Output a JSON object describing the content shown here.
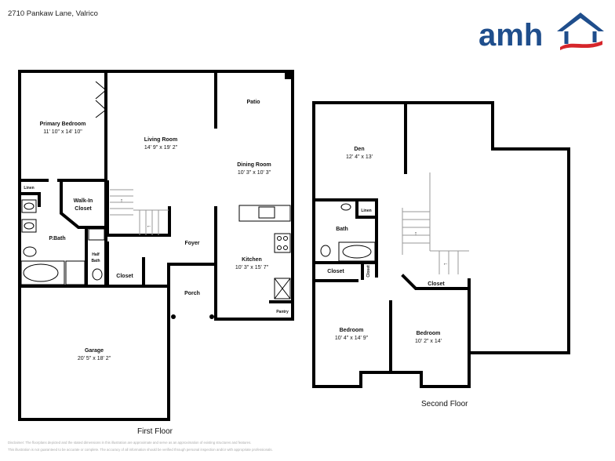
{
  "address": "2710 Pankaw Lane, Valrico",
  "logo": {
    "text": "amh",
    "brand_blue": "#1f4e8c",
    "brand_red": "#d6262b"
  },
  "first_floor": {
    "label": "First Floor",
    "rooms": {
      "primary_bedroom": {
        "name": "Primary Bedroom",
        "dims": "11' 10\" x 14' 10\""
      },
      "living_room": {
        "name": "Living Room",
        "dims": "14' 9\" x 19' 2\""
      },
      "patio": {
        "name": "Patio"
      },
      "dining_room": {
        "name": "Dining Room",
        "dims": "10' 3\" x 10' 3\""
      },
      "walk_in_closet": {
        "name": "Walk-In Closet",
        "line1": "Walk-In",
        "line2": "Closet"
      },
      "linen": {
        "name": "Linen"
      },
      "p_bath": {
        "name": "P.Bath"
      },
      "half_bath": {
        "line1": "Half",
        "line2": "Bath"
      },
      "closet": {
        "name": "Closet"
      },
      "foyer": {
        "name": "Foyer"
      },
      "kitchen": {
        "name": "Kitchen",
        "dims": "10' 3\" x 15' 7\""
      },
      "pantry": {
        "name": "Pantry"
      },
      "porch": {
        "name": "Porch"
      },
      "garage": {
        "name": "Garage",
        "dims": "20' 5\" x 18' 2\""
      }
    }
  },
  "second_floor": {
    "label": "Second Floor",
    "rooms": {
      "den": {
        "name": "Den",
        "dims": "12' 4\" x 13'"
      },
      "bath": {
        "name": "Bath"
      },
      "linen": {
        "name": "Linen"
      },
      "closet_1": {
        "name": "Closet"
      },
      "closet_small": {
        "name": "Closet"
      },
      "closet_2": {
        "name": "Closet"
      },
      "bedroom_1": {
        "name": "Bedroom",
        "dims": "10' 4\" x 14' 9\""
      },
      "bedroom_2": {
        "name": "Bedroom",
        "dims": "10' 2\" x 14'"
      }
    }
  },
  "disclaimer": {
    "line1": "Disclaimer: The floorplans depicted and the stated dimensions in this illustration are approximate and serve as an approximation of existing structures and features.",
    "line2": "This illustration is not guaranteed to be accurate or complete. The accuracy of all information should be verified through personal inspection and/or with appropriate professionals."
  }
}
